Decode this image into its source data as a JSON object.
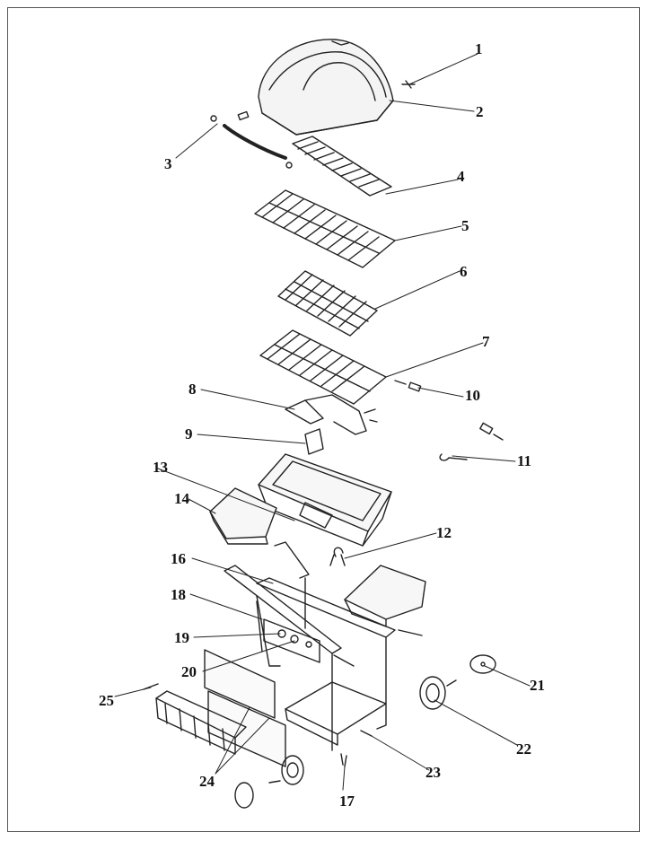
{
  "diagram": {
    "type": "exploded-parts-view",
    "subject": "charcoal grill on cart",
    "callouts": [
      {
        "id": "1",
        "label": "1"
      },
      {
        "id": "2",
        "label": "2"
      },
      {
        "id": "3",
        "label": "3"
      },
      {
        "id": "4",
        "label": "4"
      },
      {
        "id": "5",
        "label": "5"
      },
      {
        "id": "6",
        "label": "6"
      },
      {
        "id": "7",
        "label": "7"
      },
      {
        "id": "8",
        "label": "8"
      },
      {
        "id": "9",
        "label": "9"
      },
      {
        "id": "10",
        "label": "10"
      },
      {
        "id": "11",
        "label": "11"
      },
      {
        "id": "12",
        "label": "12"
      },
      {
        "id": "13",
        "label": "13"
      },
      {
        "id": "14",
        "label": "14"
      },
      {
        "id": "16",
        "label": "16"
      },
      {
        "id": "17",
        "label": "17"
      },
      {
        "id": "18",
        "label": "18"
      },
      {
        "id": "19",
        "label": "19"
      },
      {
        "id": "20",
        "label": "20"
      },
      {
        "id": "21",
        "label": "21"
      },
      {
        "id": "22",
        "label": "22"
      },
      {
        "id": "23",
        "label": "23"
      },
      {
        "id": "24",
        "label": "24"
      },
      {
        "id": "25",
        "label": "25"
      }
    ]
  },
  "colors": {
    "line": "#222222",
    "frame": "#555555",
    "background": "#ffffff"
  }
}
